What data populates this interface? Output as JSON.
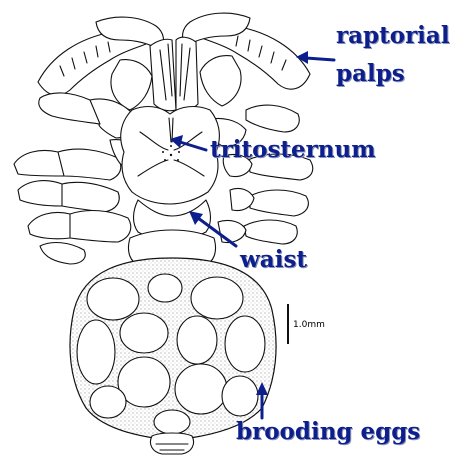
{
  "labels": {
    "raptorial_line1": "raptorial",
    "raptorial_line2": "palps",
    "tritosternum": "tritosternum",
    "waist": "waist",
    "brooding_eggs": "brooding eggs",
    "scale": "1.0mm"
  },
  "colors": {
    "label": "#0c1f8c",
    "line_art": "#111111",
    "background": "#ffffff"
  }
}
